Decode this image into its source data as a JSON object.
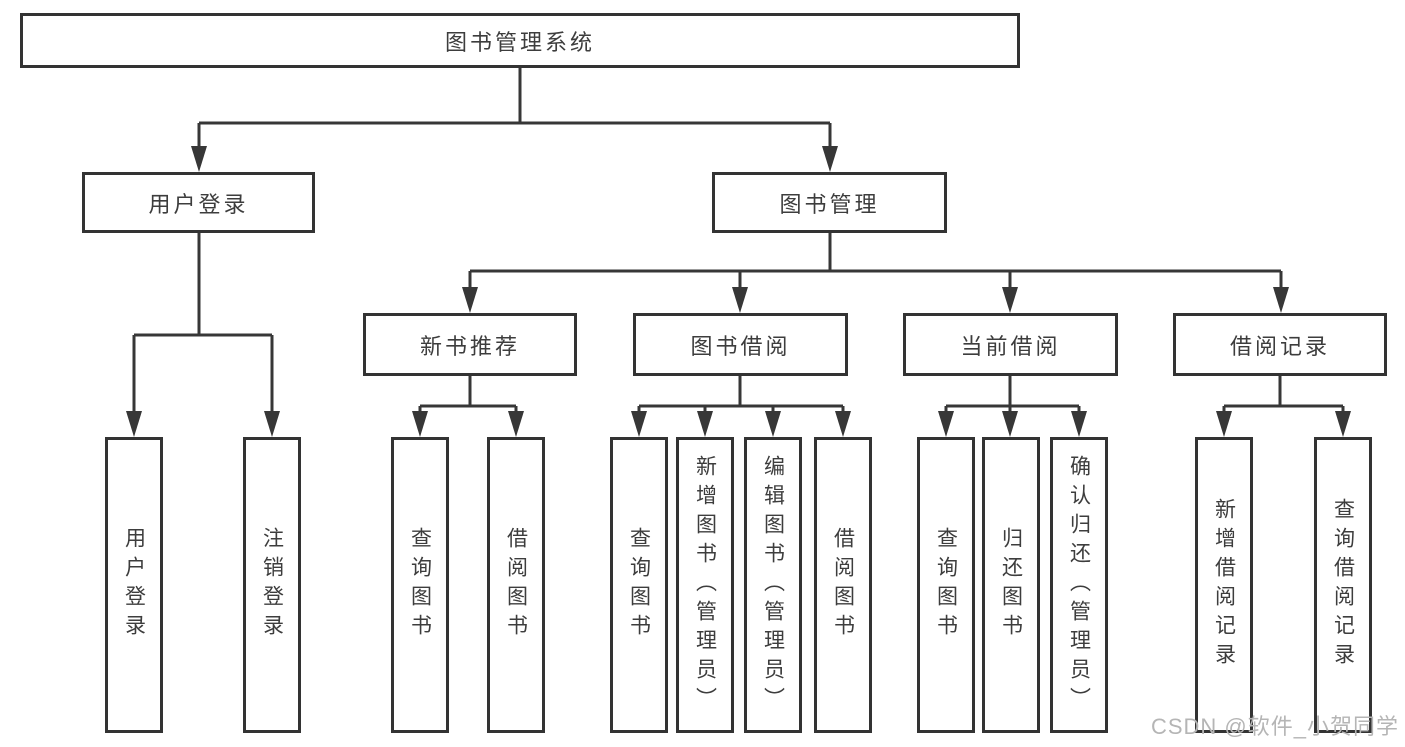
{
  "diagram": {
    "title_node": "图书管理系统",
    "watermark": "CSDN @软件_小贺同学",
    "colors": {
      "line": "#373737",
      "box_border": "#333333",
      "text": "#3d3d3d",
      "background": "#ffffff",
      "watermark": "#b5b5b5"
    },
    "branches": [
      {
        "label": "用户登录",
        "children": [
          "用户登录",
          "注销登录"
        ]
      },
      {
        "label": "图书管理",
        "modules": [
          {
            "label": "新书推荐",
            "children": [
              "查询图书",
              "借阅图书"
            ]
          },
          {
            "label": "图书借阅",
            "children": [
              "查询图书",
              "新增图书（管理员）",
              "编辑图书（管理员）",
              "借阅图书"
            ]
          },
          {
            "label": "当前借阅",
            "children": [
              "查询图书",
              "归还图书",
              "确认归还（管理员）"
            ]
          },
          {
            "label": "借阅记录",
            "children": [
              "新增借阅记录",
              "查询借阅记录"
            ]
          }
        ]
      }
    ]
  }
}
